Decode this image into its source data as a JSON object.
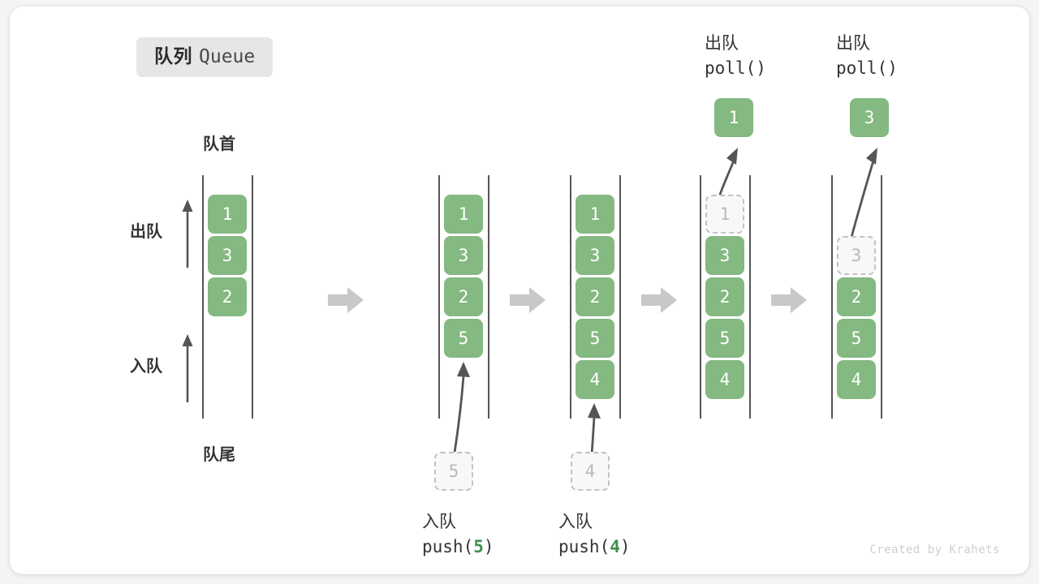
{
  "title": {
    "cn": "队列",
    "en": "Queue"
  },
  "labels": {
    "head": "队首",
    "tail": "队尾",
    "dequeue": "出队",
    "enqueue": "入队"
  },
  "watermark": "Created by Krahets",
  "colors": {
    "box_fill": "#84b981",
    "box_text": "#ffffff",
    "ghost_fill": "#f8f8f8",
    "ghost_border": "#c2c2c2",
    "ghost_text": "#b9b9b9",
    "rail": "#555555",
    "step_arrow": "#c8c8c8",
    "accent_num": "#3f8f4f",
    "badge_bg": "#e6e6e6",
    "text": "#333333",
    "card_bg": "#ffffff",
    "page_bg": "#f4f4f4"
  },
  "steps": [
    {
      "id": "initial",
      "items": [
        "1",
        "3",
        "2"
      ],
      "ghost_index": null,
      "direction_arrows": [
        "出队",
        "入队"
      ],
      "head_label": "队首",
      "tail_label": "队尾"
    },
    {
      "id": "push-5",
      "items": [
        "1",
        "3",
        "2",
        "5"
      ],
      "ghost_index": null,
      "incoming": {
        "value": "5",
        "op_cn": "入队",
        "op_code_prefix": "push(",
        "op_code_num": "5",
        "op_code_suffix": ")"
      }
    },
    {
      "id": "push-4",
      "items": [
        "1",
        "3",
        "2",
        "5",
        "4"
      ],
      "ghost_index": null,
      "incoming": {
        "value": "4",
        "op_cn": "入队",
        "op_code_prefix": "push(",
        "op_code_num": "4",
        "op_code_suffix": ")"
      }
    },
    {
      "id": "poll-1",
      "items": [
        "1",
        "3",
        "2",
        "5",
        "4"
      ],
      "ghost_index": 0,
      "outgoing": {
        "value": "1",
        "op_cn": "出队",
        "op_code": "poll()"
      }
    },
    {
      "id": "poll-3",
      "items": [
        "",
        "3",
        "2",
        "5",
        "4"
      ],
      "ghost_index": 1,
      "outgoing": {
        "value": "3",
        "op_cn": "出队",
        "op_code": "poll()"
      }
    }
  ],
  "step_separators": [
    {
      "name": "step-arrow-1"
    },
    {
      "name": "step-arrow-2"
    },
    {
      "name": "step-arrow-3"
    },
    {
      "name": "step-arrow-4"
    }
  ]
}
